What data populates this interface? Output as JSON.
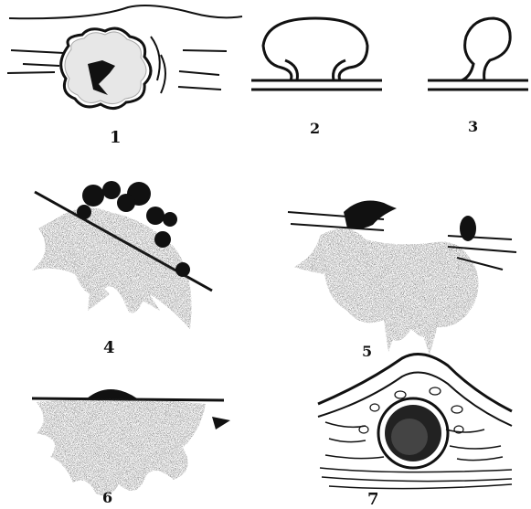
{
  "panels": [
    {
      "id": "1",
      "label": "1",
      "icon": "rounded-lobed-tumor-in-tissue-icon"
    },
    {
      "id": "2",
      "label": "2",
      "icon": "mushroom-shaped-growth-icon"
    },
    {
      "id": "3",
      "label": "3",
      "icon": "pedunculated-polyp-icon"
    },
    {
      "id": "4",
      "label": "4",
      "icon": "infiltrative-dark-tumor-icon"
    },
    {
      "id": "5",
      "label": "5",
      "icon": "crab-like-spreading-tumor-icon"
    },
    {
      "id": "6",
      "label": "6",
      "icon": "diffuse-infiltrating-tumor-icon"
    },
    {
      "id": "7",
      "label": "7",
      "icon": "encapsulated-nodule-icon"
    }
  ],
  "colors": {
    "ink": "#111111",
    "paper": "#ffffff",
    "stipple": "#222222"
  }
}
